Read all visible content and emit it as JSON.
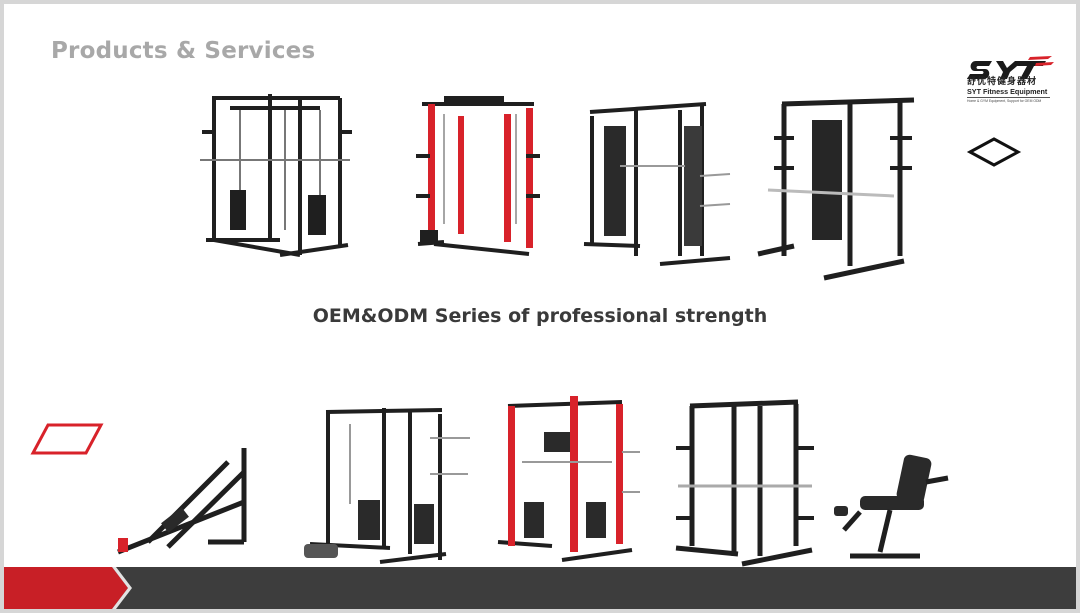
{
  "slide": {
    "title": "Products & Services",
    "subtitle": "OEM&ODM Series of professional strength"
  },
  "logo": {
    "mark": "SYT",
    "name_cn": "舒优特健身器材",
    "name_en": "SYT Fitness Equipment",
    "tagline": "Home & GYM Equipment, Support for OEM ODM"
  },
  "products_top": [
    {
      "name": "smith-machine-cable-rack"
    },
    {
      "name": "red-power-rack-with-cables"
    },
    {
      "name": "functional-trainer-smith-rack"
    },
    {
      "name": "half-rack-smith-machine"
    }
  ],
  "products_bottom": [
    {
      "name": "leg-press-hack-squat"
    },
    {
      "name": "multi-functional-trainer"
    },
    {
      "name": "red-smith-cable-rack"
    },
    {
      "name": "power-rack-with-pulleys"
    },
    {
      "name": "leg-extension-bench"
    }
  ],
  "colors": {
    "title": "#a8a8a8",
    "subtitle": "#3a3a3a",
    "accent_red": "#d8222a",
    "footer": "#3d3d3d",
    "frame": "#1f1f1f"
  }
}
